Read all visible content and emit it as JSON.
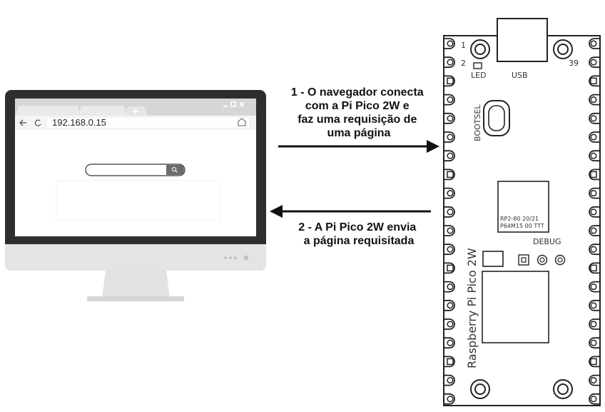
{
  "browser": {
    "url": "192.168.0.15",
    "new_tab_symbol": "+",
    "window_controls": [
      "minimize-icon",
      "maximize-icon",
      "close-icon"
    ],
    "nav_icons": [
      "back-arrow-icon",
      "reload-icon",
      "home-icon"
    ],
    "search_icon": "search-icon"
  },
  "arrows": {
    "request_label": [
      "1 - O navegador conecta",
      "com a Pi Pico 2W e",
      "faz uma requisição de",
      "uma página"
    ],
    "response_label": [
      "2 - A Pi Pico 2W envia",
      "a página requisitada"
    ]
  },
  "board": {
    "name": "Raspberry Pi Pico 2W",
    "pin_1": "1",
    "pin_2": "2",
    "pin_39": "39",
    "led_label": "LED",
    "usb_label": "USB",
    "bootsel_label": "BOOTSEL",
    "chip_line1": "RP2-80  20/21",
    "chip_line2": "P64M15 00 TTT",
    "debug_label": "DEBUG"
  },
  "colors": {
    "monitor_frame": "#2e2e2e",
    "monitor_chin": "#e4e4e4",
    "browser_chrome": "#d6d6d6",
    "arrow": "#111111",
    "board_outline": "#222222"
  }
}
